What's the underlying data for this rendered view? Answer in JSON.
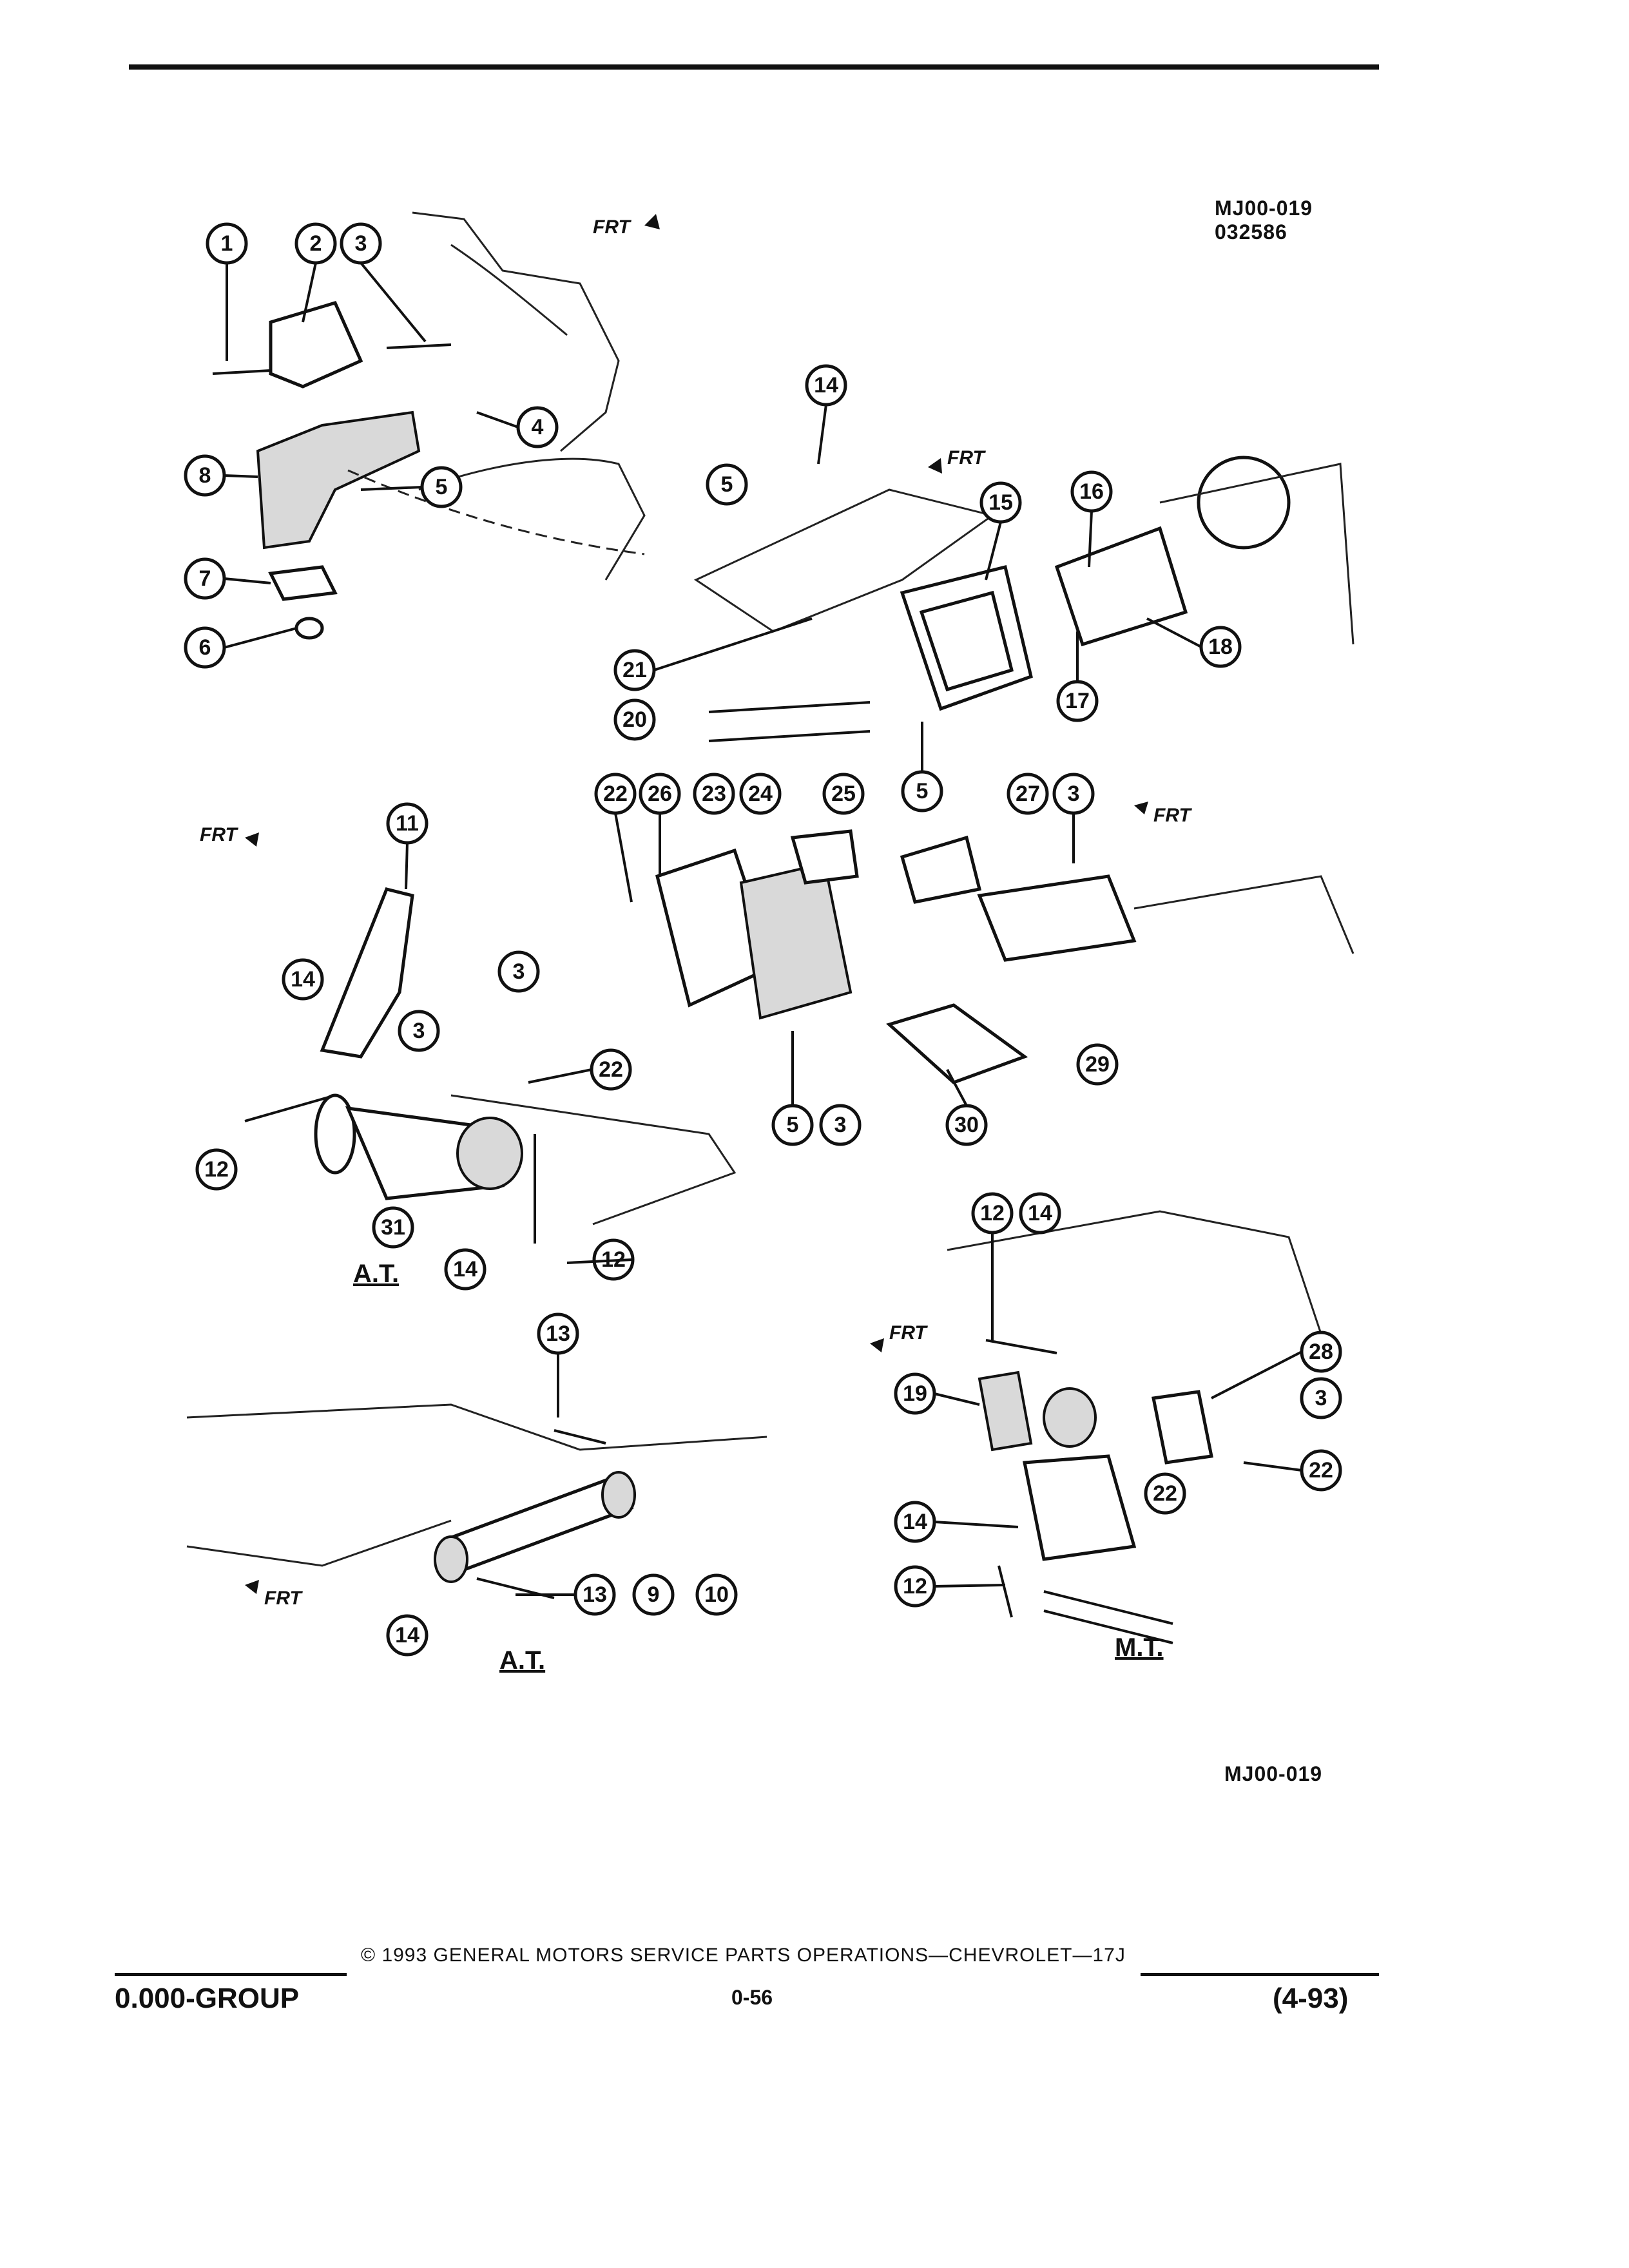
{
  "diagram": {
    "id_top": "MJ00-019",
    "code_top": "032586",
    "id_bottom": "MJ00-019",
    "sections": {
      "at_left": "A.T.",
      "at_bottom": "A.T.",
      "mt": "M.T."
    },
    "frt_label": "FRT",
    "callouts": {
      "c1": "1",
      "c2": "2",
      "c3": "3",
      "c4": "4",
      "c5": "5",
      "c6": "6",
      "c7": "7",
      "c8": "8",
      "c14a": "14",
      "c5b": "5",
      "c15": "15",
      "c16": "16",
      "c18": "18",
      "c21": "21",
      "c17": "17",
      "c20": "20",
      "c5c": "5",
      "c22a": "22",
      "c26": "26",
      "c23": "23",
      "c24": "24",
      "c25": "25",
      "c27": "27",
      "c3b": "3",
      "c11": "11",
      "c14b": "14",
      "c3c": "3",
      "c3d": "3",
      "c22b": "22",
      "c12a": "12",
      "c31": "31",
      "c14c": "14",
      "c12b": "12",
      "c5d": "5",
      "c3e": "3",
      "c30": "30",
      "c29": "29",
      "c13a": "13",
      "c13b": "13",
      "c9": "9",
      "c10": "10",
      "c14d": "14",
      "c12c": "12",
      "c14e": "14",
      "c28": "28",
      "c19": "19",
      "c3f": "3",
      "c22c": "22",
      "c22d": "22",
      "c14f": "14",
      "c12d": "12"
    }
  },
  "footer": {
    "group": "0.000-GROUP",
    "copyright": "© 1993 GENERAL MOTORS SERVICE PARTS OPERATIONS—CHEVROLET—17J",
    "page": "0-56",
    "date": "(4-93)"
  }
}
